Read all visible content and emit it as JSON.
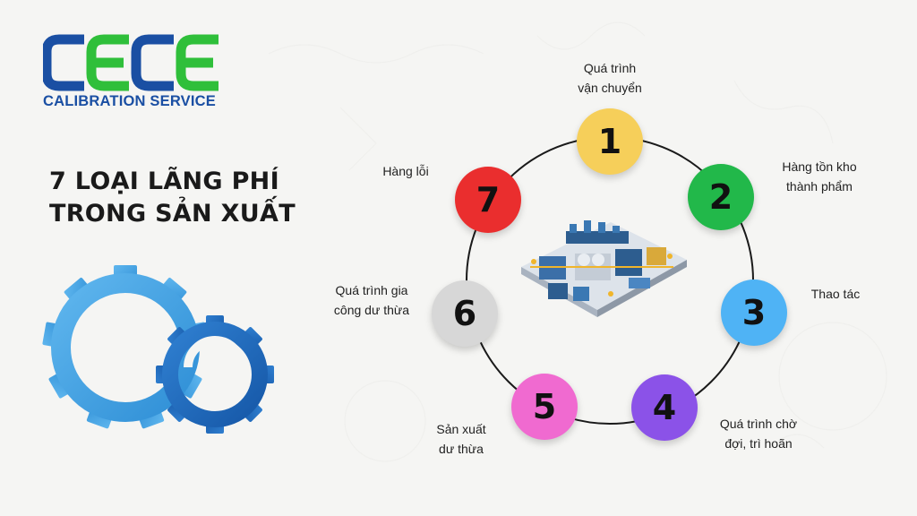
{
  "brand": {
    "letters": "CECE",
    "subtitle": "CALIBRATION SERVICE",
    "color_blue": "#1a4fa3",
    "color_green": "#2fbf3a"
  },
  "title": {
    "line1": "7 LOẠI LÃNG PHÍ",
    "line2": "TRONG SẢN XUẤT"
  },
  "illustrations": [
    "gears-icon",
    "factory-illustration"
  ],
  "wastes": [
    {
      "number": "1",
      "label_line1": "Quá trình",
      "label_line2": "vận chuyển",
      "color": "#f6cf5a"
    },
    {
      "number": "2",
      "label_line1": "Hàng tồn kho",
      "label_line2": "thành phẩm",
      "color": "#22b84a"
    },
    {
      "number": "3",
      "label_line1": "Thao tác",
      "label_line2": "",
      "color": "#4fb3f5"
    },
    {
      "number": "4",
      "label_line1": "Quá trình chờ",
      "label_line2": "đợi, trì hoãn",
      "color": "#8b52e8"
    },
    {
      "number": "5",
      "label_line1": "Sản xuất",
      "label_line2": "dư thừa",
      "color": "#f06ad0"
    },
    {
      "number": "6",
      "label_line1": "Quá trình gia",
      "label_line2": "công dư thừa",
      "color": "#d7d7d7"
    },
    {
      "number": "7",
      "label_line1": "Hàng lỗi",
      "label_line2": "",
      "color": "#ea2e2e"
    }
  ]
}
